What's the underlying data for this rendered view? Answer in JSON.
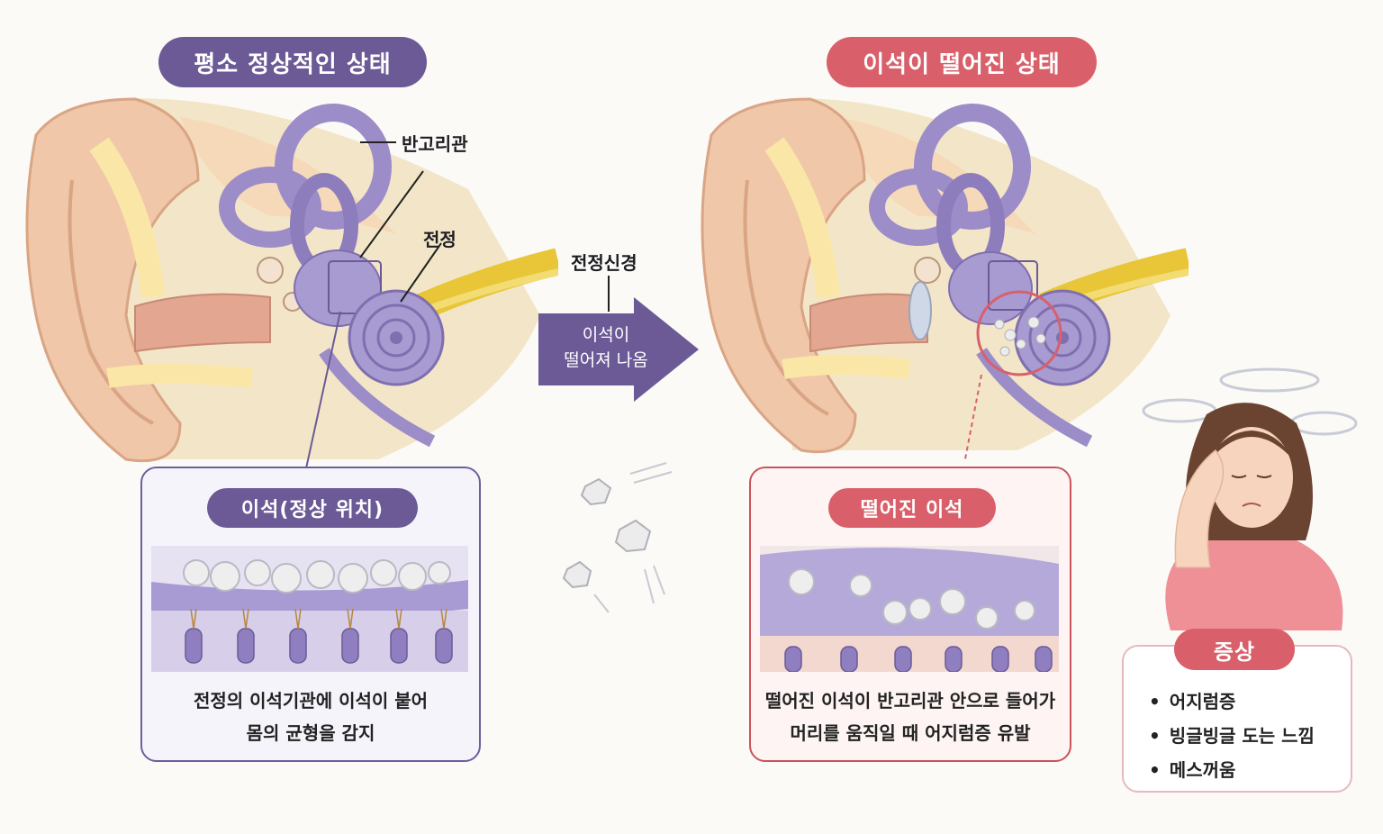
{
  "left": {
    "header": "평소 정상적인 상태",
    "labels": {
      "semicircular_canal": "반고리관",
      "vestibule": "전정"
    },
    "panel_title": "이석(정상 위치)",
    "caption_line1": "전정의 이석기관에 이석이 붙어",
    "caption_line2": "몸의 균형을 감지"
  },
  "middle": {
    "nerve_label": "전정신경",
    "arrow_line1": "이석이",
    "arrow_line2": "떨어져 나옴"
  },
  "right": {
    "header": "이석이 떨어진 상태",
    "panel_title": "떨어진 이석",
    "caption_line1": "떨어진 이석이 반고리관 안으로 들어가",
    "caption_line2": "머리를 움직일 때 어지럼증 유발"
  },
  "symptoms": {
    "title": "증상",
    "items": [
      "어지럼증",
      "빙글빙글 도는 느낌",
      "메스꺼움"
    ]
  },
  "colors": {
    "purple": "#6b5a96",
    "red": "#d9606a",
    "inner_ear": "#9c8cc8",
    "nerve": "#e8c638",
    "skin": "#f0c7a8"
  }
}
